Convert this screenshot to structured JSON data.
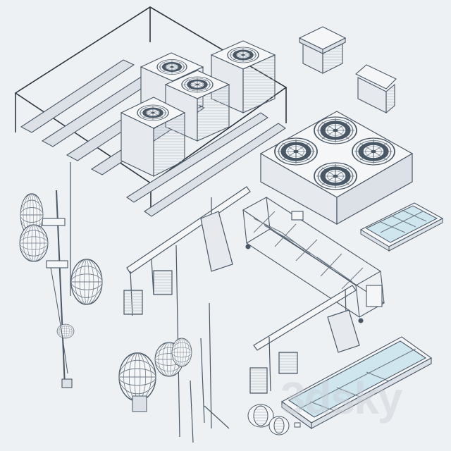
{
  "scene": {
    "description_free": true,
    "objects": [
      "chillers-on-frame",
      "roof-vent-hood",
      "roof-vent-box",
      "four-fan-condenser",
      "small-skylight",
      "antenna-mast",
      "gondola-davit-large",
      "gondola-platform",
      "gondola-davit-small",
      "cable-reels",
      "large-skylight",
      "rod-assembly",
      "winch-motors"
    ]
  },
  "watermark": {
    "text": "3dsky"
  },
  "colors": {
    "background": "#eef1f3",
    "line": "#4a5866",
    "body_light": "#f4f6f8",
    "body_shade": "#dbe1e6",
    "glass": "#cfe6ef",
    "fan": "#9aa6b2"
  }
}
